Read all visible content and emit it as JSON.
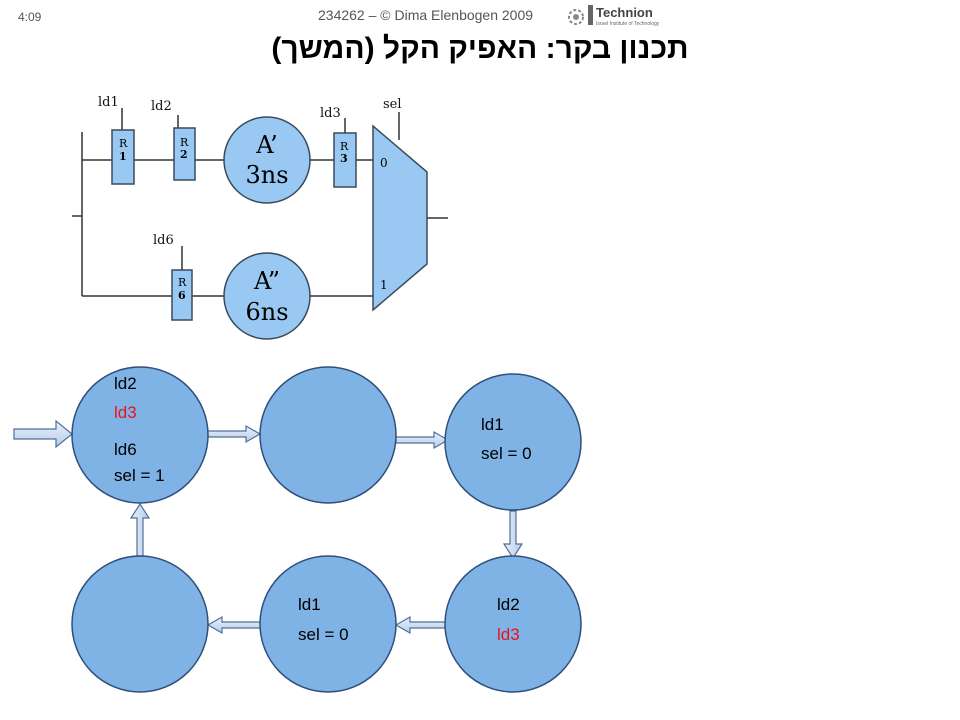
{
  "header": {
    "slide_number": "4:09",
    "credit": "234262 – © Dima Elenbogen 2009",
    "logo_text": "Technion",
    "logo_subtext": "Israel Institute of Technology"
  },
  "title": "תכנון בקר: האפיק הקל (המשך)",
  "datapath": {
    "registers": [
      {
        "label": "R",
        "num": "1",
        "load": "ld1"
      },
      {
        "label": "R",
        "num": "2",
        "load": "ld2"
      },
      {
        "label": "R",
        "num": "3",
        "load": "ld3"
      },
      {
        "label": "R",
        "num": "6",
        "load": "ld6"
      }
    ],
    "units": [
      {
        "name": "A’",
        "delay": "3ns"
      },
      {
        "name": "A”",
        "delay": "6ns"
      }
    ],
    "mux": {
      "select": "sel",
      "input0": "0",
      "input1": "1"
    }
  },
  "fsm": {
    "states": [
      {
        "lines": [
          {
            "text": "ld2",
            "color": "black"
          },
          {
            "text": "ld3",
            "color": "red"
          },
          {
            "text": "ld6",
            "color": "black"
          },
          {
            "text": "sel = 1",
            "color": "black"
          }
        ]
      },
      {
        "lines": []
      },
      {
        "lines": [
          {
            "text": "ld1",
            "color": "black"
          },
          {
            "text": "sel = 0",
            "color": "black"
          }
        ]
      },
      {
        "lines": [
          {
            "text": "ld2",
            "color": "black"
          },
          {
            "text": "ld3",
            "color": "red"
          }
        ]
      },
      {
        "lines": [
          {
            "text": "ld1",
            "color": "black"
          },
          {
            "text": "sel = 0",
            "color": "black"
          }
        ]
      },
      {
        "lines": []
      }
    ]
  },
  "colors": {
    "block_fill": "#99c9f2",
    "block_stroke": "#3a4a5c",
    "state_fill": "#7fb2e5",
    "state_stroke": "#2f4f7a",
    "arrow_fill": "#c5d8f1",
    "arrow_stroke": "#4f6f99",
    "highlight_text": "#e8141c"
  }
}
